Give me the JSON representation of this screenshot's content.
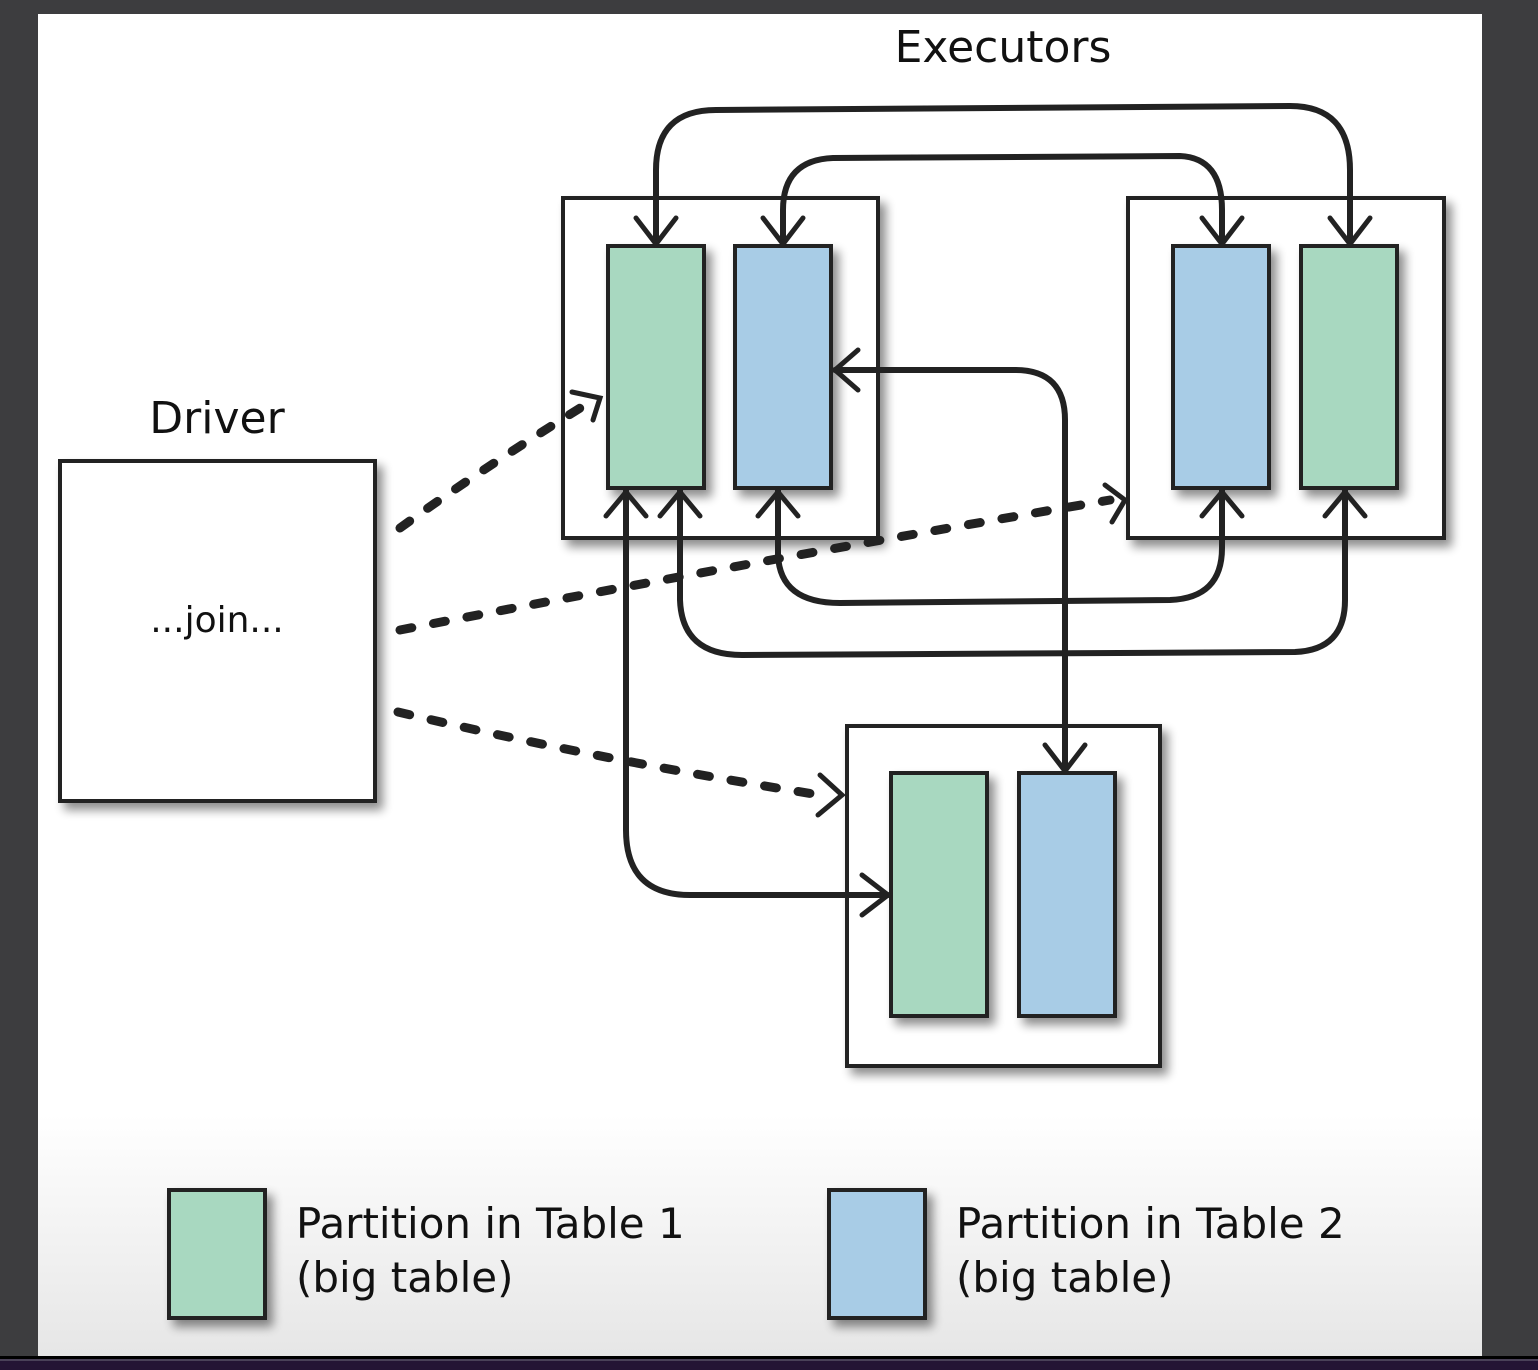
{
  "diagram": {
    "title": "Executors",
    "driver": {
      "label": "Driver",
      "content": "...join..."
    },
    "executors": [
      {
        "name": "executor-1",
        "partitions": [
          "table1",
          "table2"
        ]
      },
      {
        "name": "executor-2",
        "partitions": [
          "table2",
          "table1"
        ]
      },
      {
        "name": "executor-3",
        "partitions": [
          "table1",
          "table2"
        ]
      }
    ],
    "legend": [
      {
        "key": "table1",
        "line1": "Partition in Table 1",
        "line2": "(big table)",
        "color": "#a8d8c0"
      },
      {
        "key": "table2",
        "line1": "Partition in Table 2",
        "line2": "(big table)",
        "color": "#a8cce6"
      }
    ],
    "colors": {
      "table1": "#a8d8c0",
      "table2": "#a8cce6",
      "stroke": "#222222",
      "frame": "#3d3d3f"
    },
    "connections": [
      {
        "type": "dotted",
        "from": "driver",
        "to": "executor-1"
      },
      {
        "type": "dotted",
        "from": "driver",
        "to": "executor-2"
      },
      {
        "type": "dotted",
        "from": "driver",
        "to": "executor-3"
      },
      {
        "type": "shuffle",
        "from": "executor-2.table1",
        "to": "executor-1.table1"
      },
      {
        "type": "shuffle",
        "from": "executor-1.table2",
        "to": "executor-2.table2"
      },
      {
        "type": "shuffle",
        "from": "executor-2.table2",
        "to": "executor-1.table2"
      },
      {
        "type": "shuffle",
        "from": "executor-2.table1",
        "to": "executor-1.table1"
      },
      {
        "type": "shuffle",
        "from": "executor-1.table1",
        "to": "executor-3.table1"
      },
      {
        "type": "shuffle",
        "from": "executor-1.table2",
        "to": "executor-3.table2"
      }
    ]
  }
}
